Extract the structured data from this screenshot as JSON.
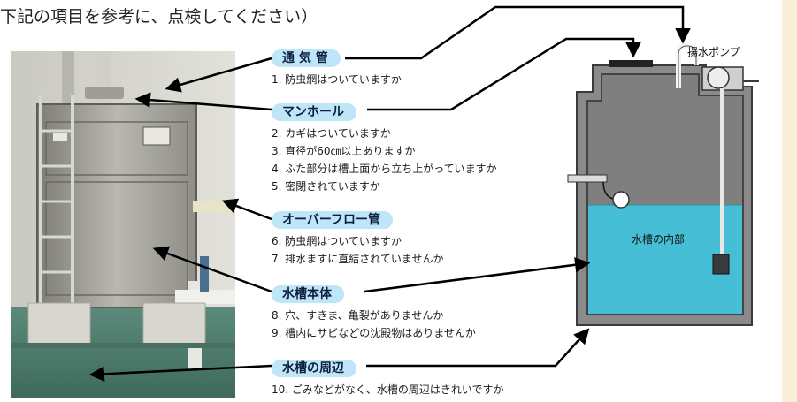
{
  "intro_text": "下記の項目を参考に、点検してください）",
  "diagram": {
    "pump_label": "揚水ポンプ",
    "tank_interior_label": "水槽の内部"
  },
  "colors": {
    "pill_bg": "#bfe6f8",
    "water": "#46bfd6",
    "tank_fill": "#8a8a8a",
    "tank_outline": "#3a3a3a",
    "side_strip": "#fbeed8"
  },
  "sections": [
    {
      "title": "通 気 管",
      "items": [
        "1. 防虫網はついていますか"
      ]
    },
    {
      "title": "マンホール",
      "items": [
        "2. カギはついていますか",
        "3. 直径が60㎝以上ありますか",
        "4. ふた部分は槽上面から立ち上がっていますか",
        "5. 密閉されていますか"
      ]
    },
    {
      "title": "オーバーフロー管",
      "items": [
        "6. 防虫網はついていますか",
        "7. 排水ますに直結されていませんか"
      ]
    },
    {
      "title": "水槽本体",
      "items": [
        "8. 穴、すきま、亀裂がありませんか",
        "9. 槽内にサビなどの沈殿物はありませんか"
      ]
    },
    {
      "title": "水槽の周辺",
      "items": [
        "10. ごみなどがなく、水槽の周辺はきれいですか"
      ]
    }
  ]
}
